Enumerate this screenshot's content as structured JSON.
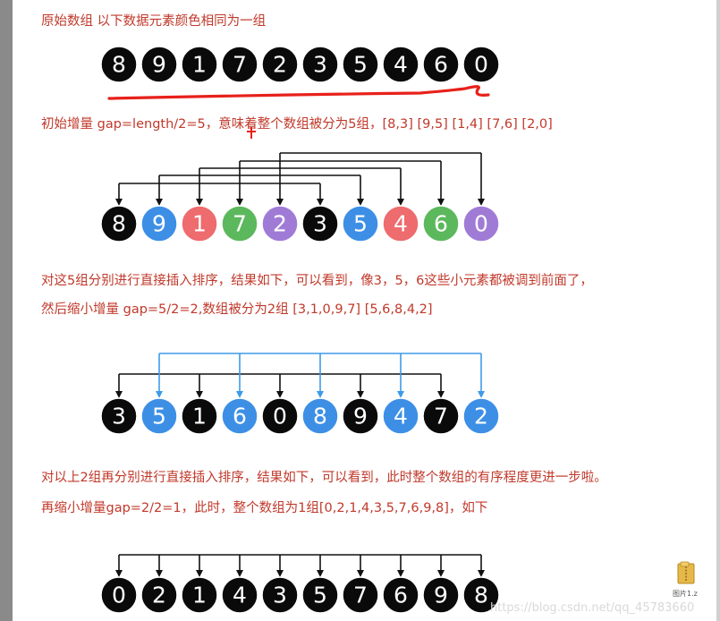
{
  "texts": {
    "t1": "原始数组  以下数据元素颜色相同为一组",
    "t2": "初始增量 gap=length/2=5，意味着整个数组被分为5组，[8,3] [9,5] [1,4] [7,6] [2,0]",
    "t3": "对这5组分别进行直接插入排序，结果如下，可以看到，像3，5，6这些小元素都被调到前面了，",
    "t4": "然后缩小增量 gap=5/2=2,数组被分为2组 [3,1,0,9,7] [5,6,8,4,2]",
    "t5": "对以上2组再分别进行直接插入排序，结果如下，可以看到，此时整个数组的有序程度更进一步啦。",
    "t6": "再缩小增量gap=2/2=1，此时，整个数组为1组[0,2,1,4,3,5,7,6,9,8]，如下"
  },
  "rows": [
    {
      "values": [
        "8",
        "9",
        "1",
        "7",
        "2",
        "3",
        "5",
        "4",
        "6",
        "0"
      ],
      "colors": [
        "black",
        "black",
        "black",
        "black",
        "black",
        "black",
        "black",
        "black",
        "black",
        "black"
      ]
    },
    {
      "values": [
        "8",
        "9",
        "1",
        "7",
        "2",
        "3",
        "5",
        "4",
        "6",
        "0"
      ],
      "colors": [
        "black",
        "blue",
        "red",
        "green",
        "purple",
        "black",
        "blue",
        "red",
        "green",
        "purple"
      ]
    },
    {
      "values": [
        "3",
        "5",
        "1",
        "6",
        "0",
        "8",
        "9",
        "4",
        "7",
        "2"
      ],
      "colors": [
        "black",
        "blue",
        "black",
        "blue",
        "black",
        "blue",
        "black",
        "blue",
        "black",
        "blue"
      ]
    },
    {
      "values": [
        "0",
        "2",
        "1",
        "4",
        "3",
        "5",
        "7",
        "6",
        "9",
        "8"
      ],
      "colors": [
        "black",
        "black",
        "black",
        "black",
        "black",
        "black",
        "black",
        "black",
        "black",
        "black"
      ]
    }
  ],
  "palette": {
    "black": "#0a0a0a",
    "blue": "#3d8fe6",
    "red": "#ee6b6e",
    "green": "#5cb85c",
    "purple": "#a07bd6",
    "line_black": "#111111",
    "line_blue": "#3d9be9",
    "annotation_red": "#e8201a"
  },
  "icons": {
    "folder": "folder-icon"
  },
  "watermark": "https://blog.csdn.net/qq_45783660",
  "folder_label": "图片1.z"
}
